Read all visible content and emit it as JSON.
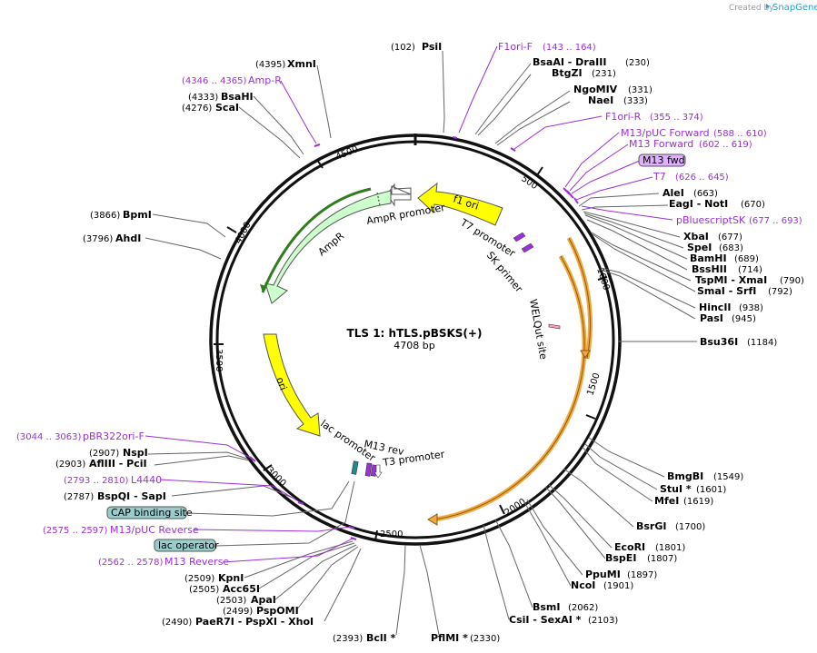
{
  "branding": {
    "created_by": "Created by",
    "product": "SnapGene"
  },
  "center": {
    "title": "TLS 1: hTLS.pBSKS(+)",
    "length": "4708 bp"
  },
  "ticks": [
    "500",
    "1000",
    "1500",
    "2000",
    "2500",
    "3000",
    "3500",
    "4000",
    "4500"
  ],
  "sites_right": [
    {
      "name": "PsiI",
      "pos": "(102)"
    },
    {
      "name": "BsaAI  - DraIII",
      "pos": "(230)"
    },
    {
      "name": "BtgZI",
      "pos": "(231)"
    },
    {
      "name": "NgoMIV",
      "pos": "(331)"
    },
    {
      "name": "NaeI",
      "pos": "(333)"
    },
    {
      "name": "AleI",
      "pos": "(663)"
    },
    {
      "name": "EagI  - NotI",
      "pos": "(670)"
    },
    {
      "name": "XbaI",
      "pos": "(677)"
    },
    {
      "name": "SpeI",
      "pos": "(683)"
    },
    {
      "name": "BamHI",
      "pos": "(689)"
    },
    {
      "name": "BssHII",
      "pos": "(714)"
    },
    {
      "name": "TspMI  - XmaI",
      "pos": "(790)"
    },
    {
      "name": "SmaI  - SrfI",
      "pos": "(792)"
    },
    {
      "name": "HincII",
      "pos": "(938)"
    },
    {
      "name": "PasI",
      "pos": "(945)"
    },
    {
      "name": "Bsu36I",
      "pos": "(1184)"
    },
    {
      "name": "BmgBI",
      "pos": "(1549)"
    },
    {
      "name": "StuI *",
      "pos": "(1601)"
    },
    {
      "name": "MfeI",
      "pos": "(1619)"
    },
    {
      "name": "BsrGI",
      "pos": "(1700)"
    },
    {
      "name": "EcoRI",
      "pos": "(1801)"
    },
    {
      "name": "BspEI",
      "pos": "(1807)"
    },
    {
      "name": "PpuMI",
      "pos": "(1897)"
    },
    {
      "name": "NcoI",
      "pos": "(1901)"
    },
    {
      "name": "BsmI",
      "pos": "(2062)"
    },
    {
      "name": "CsiI  - SexAI *",
      "pos": "(2103)"
    },
    {
      "name": "PflMI *",
      "pos": "(2330)"
    },
    {
      "name": "BclI *",
      "pos": "(2393)"
    }
  ],
  "sites_left": [
    {
      "name": "XmnI",
      "pos": "(4395)"
    },
    {
      "name": "BsaHI",
      "pos": "(4333)"
    },
    {
      "name": "ScaI",
      "pos": "(4276)"
    },
    {
      "name": "BpmI",
      "pos": "(3866)"
    },
    {
      "name": "AhdI",
      "pos": "(3796)"
    },
    {
      "name": "NspI",
      "pos": "(2907)"
    },
    {
      "name": "AflIII  - PciI",
      "pos": "(2903)"
    },
    {
      "name": "BspQI  - SapI",
      "pos": "(2787)"
    },
    {
      "name": "KpnI",
      "pos": "(2509)"
    },
    {
      "name": "Acc65I",
      "pos": "(2505)"
    },
    {
      "name": "ApaI",
      "pos": "(2503)"
    },
    {
      "name": "PspOMI",
      "pos": "(2499)"
    },
    {
      "name": "PaeR7I  - PspXI  - XhoI",
      "pos": "(2490)"
    }
  ],
  "primers": [
    {
      "name": "F1ori-F",
      "range": "(143 .. 164)"
    },
    {
      "name": "F1ori-R",
      "range": "(355 .. 374)"
    },
    {
      "name": "M13/pUC Forward",
      "range": "(588 .. 610)"
    },
    {
      "name": "M13 Forward",
      "range": "(602 .. 619)"
    },
    {
      "name": "M13 fwd",
      "range": ""
    },
    {
      "name": "T7",
      "range": "(626 .. 645)"
    },
    {
      "name": "pBluescriptSK",
      "range": "(677 .. 693)"
    },
    {
      "name": "Amp-R",
      "range": "(4346 .. 4365)"
    },
    {
      "name": "pBR322ori-F",
      "range": "(3044 .. 3063)"
    },
    {
      "name": "L4440",
      "range": "(2793 .. 2810)"
    },
    {
      "name": "M13/pUC Reverse",
      "range": "(2575 .. 2597)"
    },
    {
      "name": "M13 Reverse",
      "range": "(2562 .. 2578)"
    }
  ],
  "boxed_features": [
    "CAP binding site",
    "lac operator"
  ],
  "features": {
    "f1_ori": "f1 ori",
    "t7_promoter": "T7 promoter",
    "sk_primer": "SK primer",
    "welqut": "WELQut site",
    "ampr_promoter": "AmpR promoter",
    "ampr": "AmpR",
    "ori": "ori",
    "lac_promoter": "lac promoter",
    "m13_rev": "M13 rev",
    "t3_promoter": "T3 promoter"
  },
  "colors": {
    "primer": "#9b30d9",
    "f1_ori": "#ffff00",
    "ori": "#ffff00",
    "ampr": "#ccffcc",
    "orf_orange": "#f3a73b",
    "boxed_blue": "#99cccc",
    "m13_fwd_box": "#e0b0ff"
  }
}
